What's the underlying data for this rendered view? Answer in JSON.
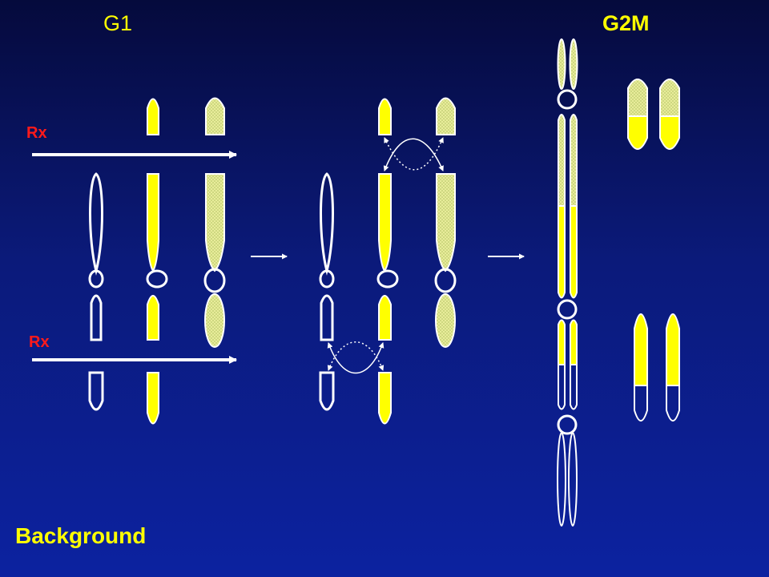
{
  "labels": {
    "phase_start": "G1",
    "phase_end": "G2M",
    "treatment_top": "Rx",
    "treatment_bottom": "Rx",
    "caption": "Background"
  },
  "colors": {
    "background_top": "#050a3c",
    "background_bottom": "#0c22a0",
    "chromosome_yellow": "#ffff00",
    "chromosome_hatched": "#d8e070",
    "outline": "#ffffff",
    "treatment_label": "#ff1a1a",
    "heading_label": "#ffff00"
  }
}
